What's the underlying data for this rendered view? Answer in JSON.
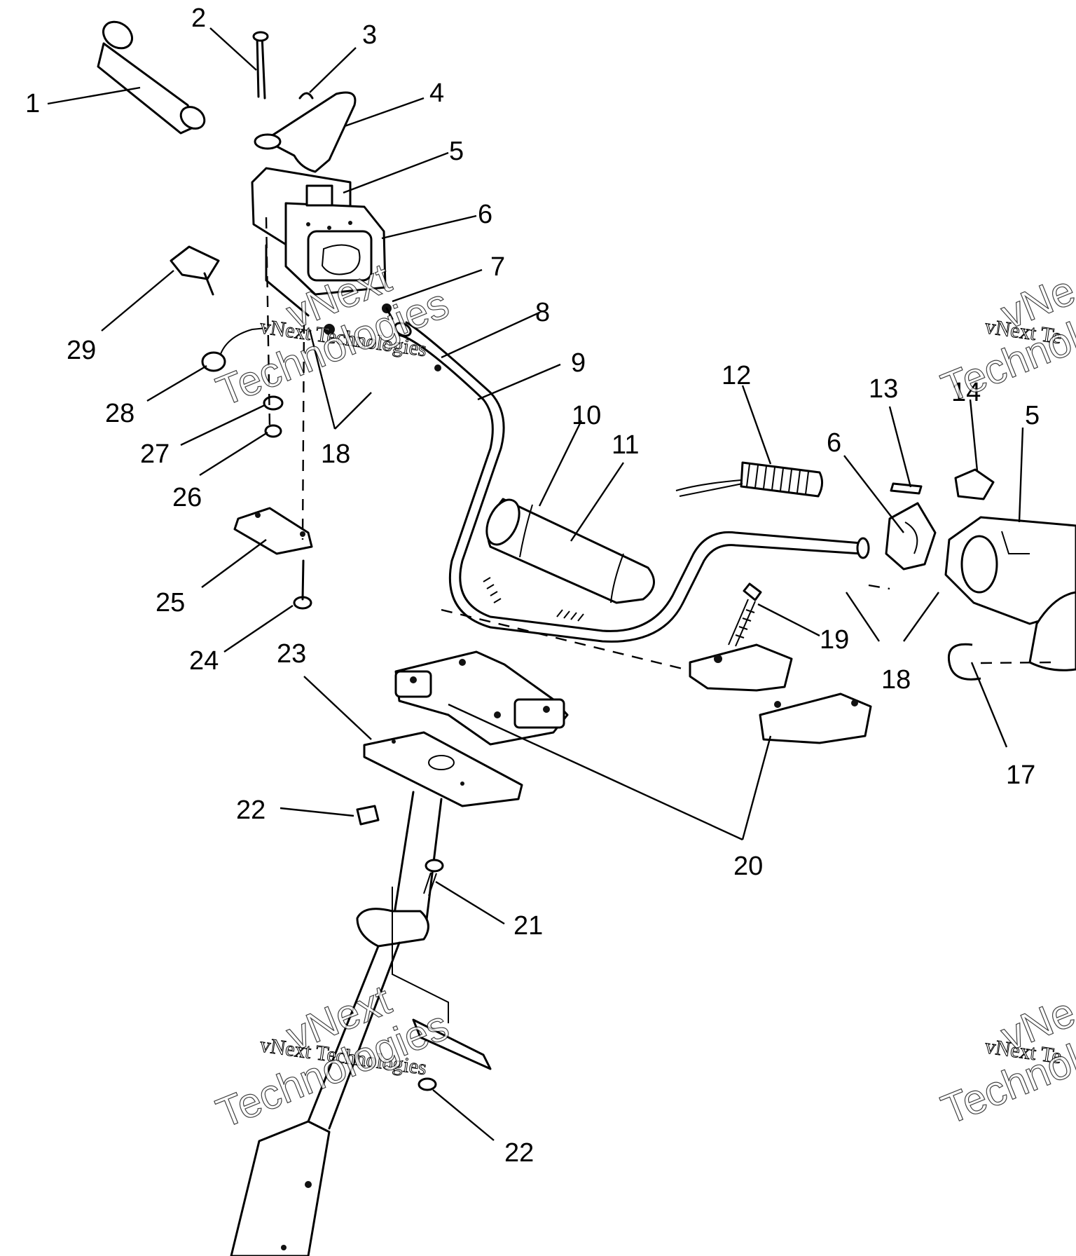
{
  "diagram": {
    "callouts": [
      {
        "id": "c1",
        "label": "1"
      },
      {
        "id": "c2",
        "label": "2"
      },
      {
        "id": "c3",
        "label": "3"
      },
      {
        "id": "c4",
        "label": "4"
      },
      {
        "id": "c5a",
        "label": "5"
      },
      {
        "id": "c5b",
        "label": "5"
      },
      {
        "id": "c6a",
        "label": "6"
      },
      {
        "id": "c6b",
        "label": "6"
      },
      {
        "id": "c7",
        "label": "7"
      },
      {
        "id": "c8",
        "label": "8"
      },
      {
        "id": "c9",
        "label": "9"
      },
      {
        "id": "c10",
        "label": "10"
      },
      {
        "id": "c11",
        "label": "11"
      },
      {
        "id": "c12",
        "label": "12"
      },
      {
        "id": "c13",
        "label": "13"
      },
      {
        "id": "c14",
        "label": "14"
      },
      {
        "id": "c17",
        "label": "17"
      },
      {
        "id": "c18a",
        "label": "18"
      },
      {
        "id": "c18b",
        "label": "18"
      },
      {
        "id": "c19",
        "label": "19"
      },
      {
        "id": "c20",
        "label": "20"
      },
      {
        "id": "c21",
        "label": "21"
      },
      {
        "id": "c22a",
        "label": "22"
      },
      {
        "id": "c22b",
        "label": "22"
      },
      {
        "id": "c23",
        "label": "23"
      },
      {
        "id": "c24",
        "label": "24"
      },
      {
        "id": "c25",
        "label": "25"
      },
      {
        "id": "c26",
        "label": "26"
      },
      {
        "id": "c27",
        "label": "27"
      },
      {
        "id": "c28",
        "label": "28"
      },
      {
        "id": "c29",
        "label": "29"
      }
    ]
  },
  "watermark": {
    "line1": "vNext Technologies",
    "word1": "vNext",
    "word2": "Technologies",
    "line1_cut": "vNext Te",
    "word1_cut": "vNe",
    "word2_cut": "Technol"
  }
}
